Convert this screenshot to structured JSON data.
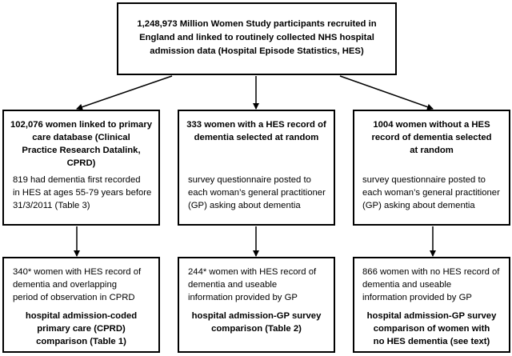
{
  "top": {
    "lines": [
      "1,248,973 Million Women Study participants recruited in",
      "England and linked to routinely collected NHS hospital",
      "admission data (Hospital Episode Statistics, HES)"
    ]
  },
  "left": {
    "head": [
      "102,076 women linked to primary",
      "care database (Clinical",
      "Practice Research Datalink,",
      "CPRD)"
    ],
    "body": [
      "819 had dementia first recorded",
      "in HES at ages 55-79 years before",
      "31/3/2011 (Table 3)"
    ]
  },
  "middle": {
    "head": [
      "333 women with a HES record of",
      "dementia selected at random"
    ],
    "body": [
      "survey questionnaire posted to",
      "each woman’s general practitioner",
      "(GP) asking about dementia"
    ]
  },
  "right": {
    "head": [
      "1004 women without a HES",
      "record of dementia selected",
      "at random"
    ],
    "body": [
      "survey questionnaire posted to",
      "each woman’s general practitioner",
      "(GP) asking about dementia"
    ]
  },
  "bottom_left": {
    "body": [
      "340* women with HES record of",
      "dementia  and overlapping",
      "period of observation in CPRD"
    ],
    "head": [
      "hospital admission-coded",
      "primary care (CPRD)",
      "comparison (Table 1)"
    ]
  },
  "bottom_middle": {
    "body": [
      "244* women with HES record of",
      "dementia and useable",
      "information provided by GP"
    ],
    "head": [
      "hospital admission-GP survey",
      "comparison (Table 2)"
    ]
  },
  "bottom_right": {
    "body": [
      "866 women with no HES record of",
      "dementia and useable",
      "information provided by GP"
    ],
    "head": [
      "hospital admission-GP survey",
      "comparison of women with",
      "no HES dementia (see text)"
    ]
  }
}
